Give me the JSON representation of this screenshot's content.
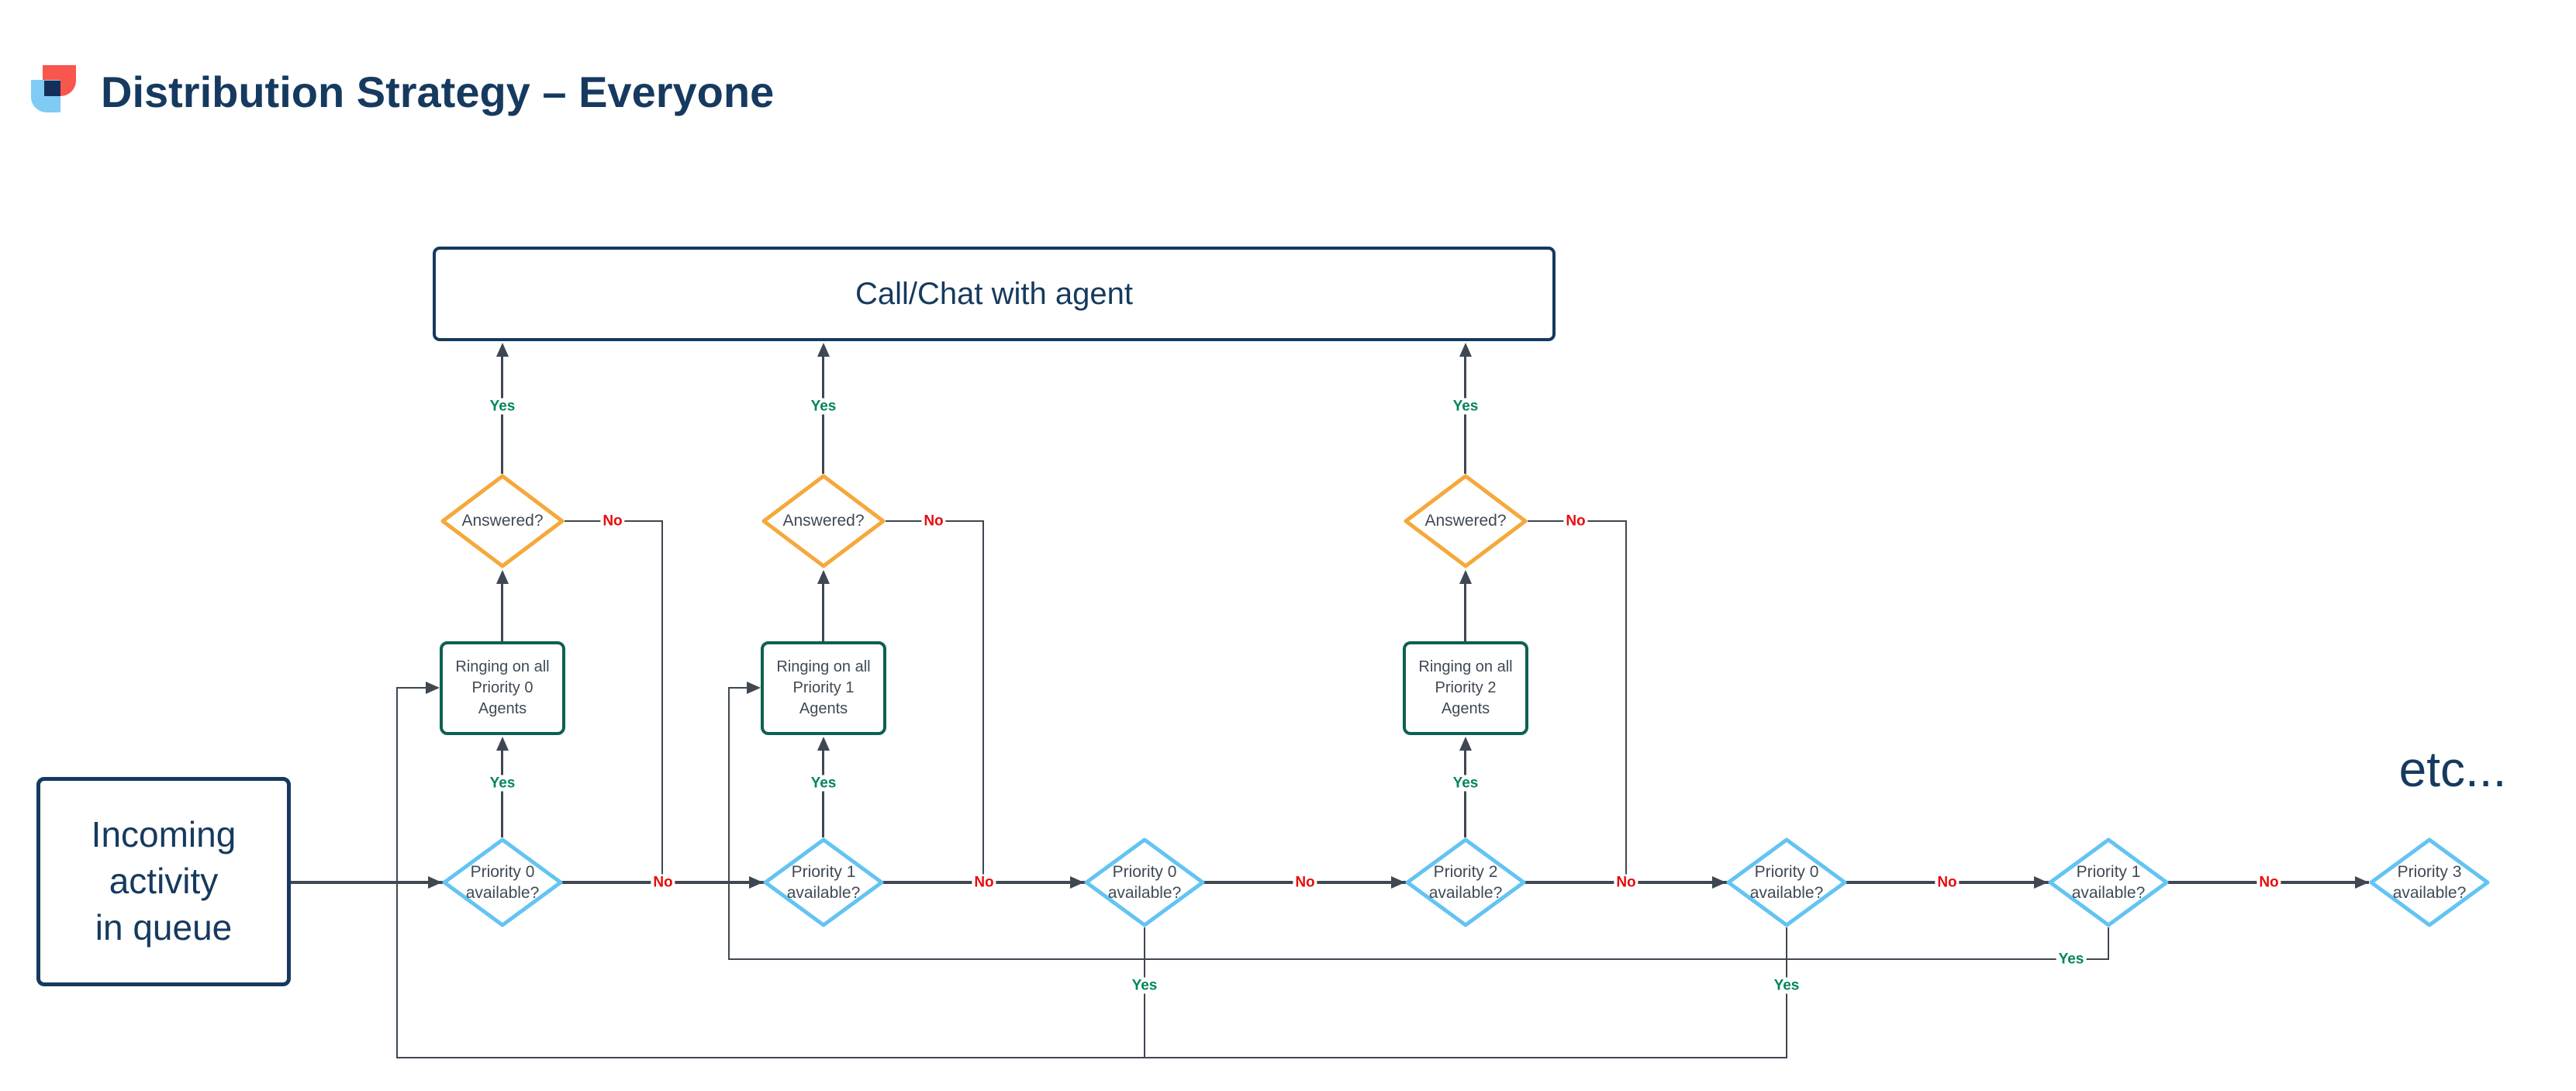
{
  "title": "Distribution Strategy – Everyone",
  "etc_label": "etc...",
  "terminal": {
    "label": "Call/Chat with agent"
  },
  "start": {
    "label": "Incoming\nactivity\nin queue"
  },
  "edge_labels": {
    "yes": "Yes",
    "no": "No"
  },
  "columns": [
    {
      "ring_label": "Ringing on all\nPriority 0\nAgents",
      "answered_label": "Answered?"
    },
    {
      "ring_label": "Ringing on all\nPriority 1\nAgents",
      "answered_label": "Answered?"
    },
    {
      "ring_label": "Ringing on all\nPriority 2\nAgents",
      "answered_label": "Answered?"
    }
  ],
  "queue_checks": [
    {
      "label": "Priority 0\navailable?"
    },
    {
      "label": "Priority 1\navailable?"
    },
    {
      "label": "Priority 0\navailable?"
    },
    {
      "label": "Priority 2\navailable?"
    },
    {
      "label": "Priority 0\navailable?"
    },
    {
      "label": "Priority 1\navailable?"
    },
    {
      "label": "Priority 3\navailable?"
    }
  ],
  "colors": {
    "navy": "#163a5f",
    "line": "#3e4752",
    "shape_text": "#3f4a55",
    "answered_border": "#f5a83c",
    "ringing_border": "#0d6152",
    "priority_border": "#63c4f2",
    "yes_green": "#00855c",
    "no_red": "#e80c0c",
    "logo_red": "#f9564d",
    "logo_blue": "#7fcbf5"
  }
}
